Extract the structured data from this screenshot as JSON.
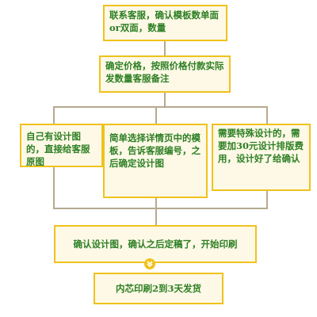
{
  "boxes": {
    "step1": "联系客服，确认模板数单面or双面，数量",
    "step2": "确定价格，按照价格付款实际发数量客服备注",
    "opt_a": "自己有设计图的，直接给客服原图",
    "opt_b": "简单选择详情页中的模板，告诉客服编号，之后确定设计图",
    "opt_c": "需要特殊设计的，需要加30元设计排版费用，设计好了给确认",
    "step4": "确认设计图，确认之后定稿了，开始印刷",
    "step5": "内芯印刷2到3天发货"
  },
  "colors": {
    "border": "#f0c21c",
    "fill": "#fdf9e6",
    "text": "#2d7f24",
    "connector": "#b6a98f"
  },
  "icons": {
    "arrow": "chevron-down-icon"
  }
}
